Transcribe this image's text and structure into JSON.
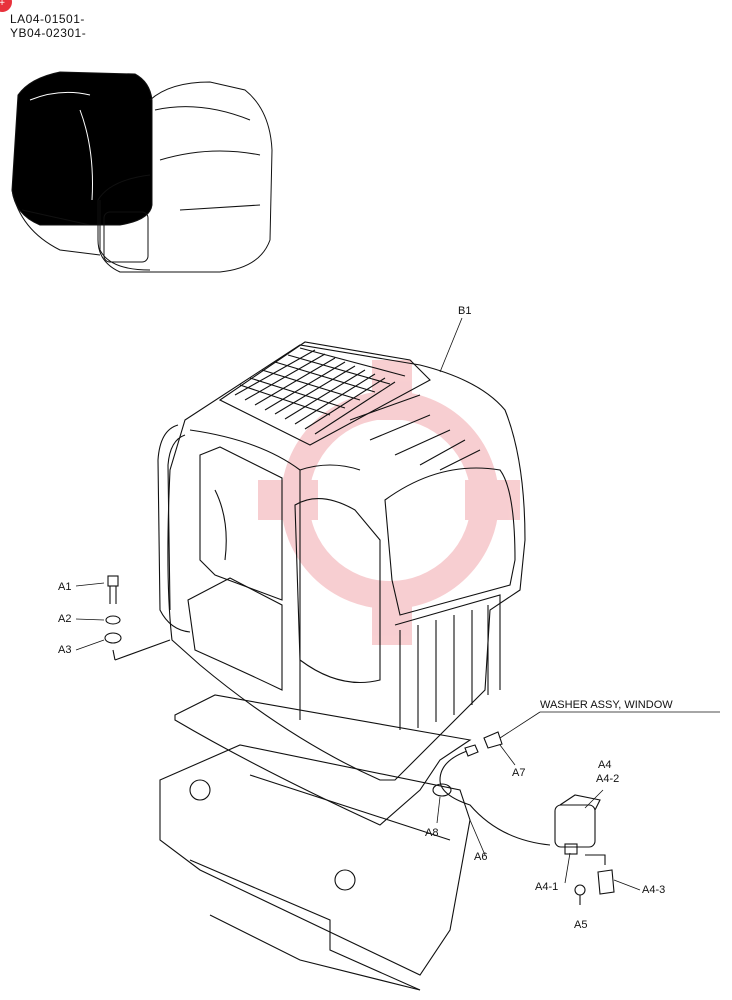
{
  "header": {
    "badge": "+",
    "serials": [
      "LA04-01501-",
      "YB04-02301-"
    ]
  },
  "callouts": {
    "B1": "B1",
    "A1": "A1",
    "A2": "A2",
    "A3": "A3",
    "A4": "A4",
    "A4_2": "A4-2",
    "A4_1": "A4-1",
    "A4_3": "A4-3",
    "A5": "A5",
    "A6": "A6",
    "A7": "A7",
    "A8": "A8",
    "washer_assy": "WASHER ASSY, WINDOW"
  },
  "colors": {
    "line": "#111111",
    "watermark": "#f4b8bc",
    "badge": "#e8323c"
  }
}
